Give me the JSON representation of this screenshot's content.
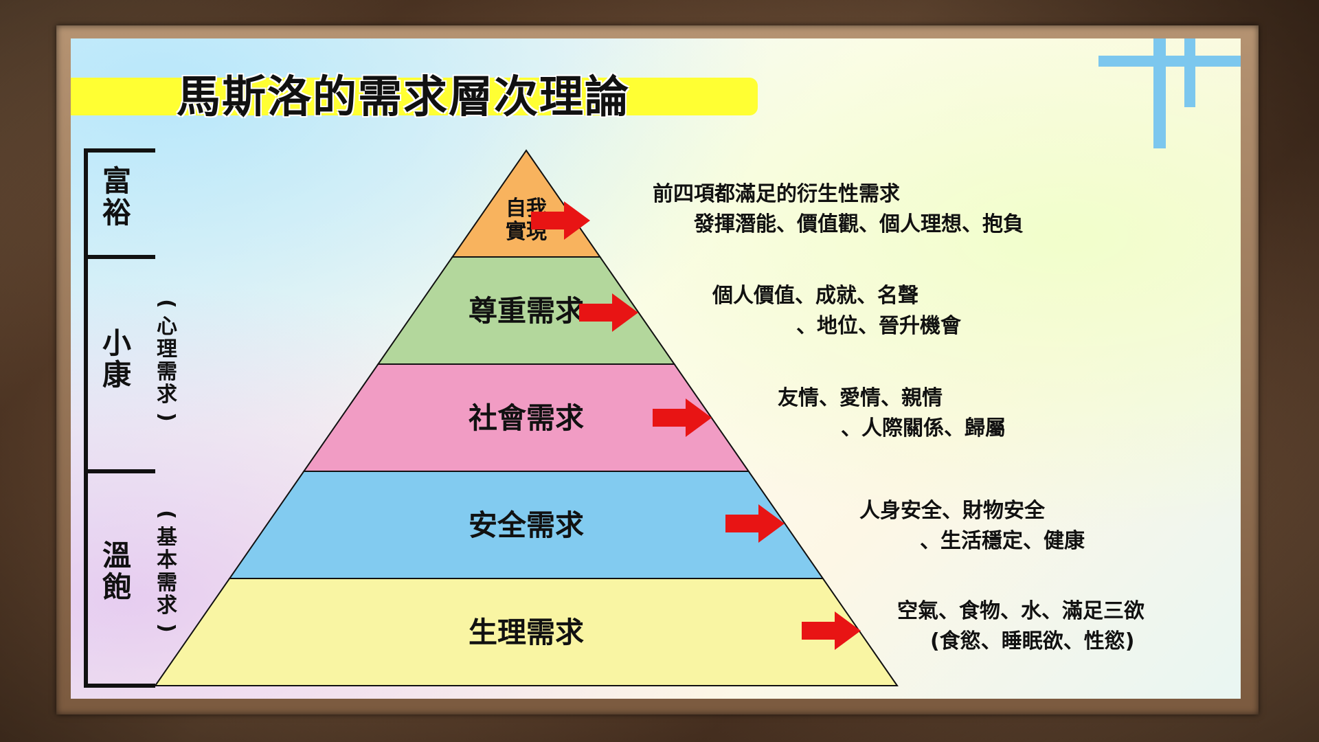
{
  "title": "馬斯洛的需求層次理論",
  "pyramid": [
    {
      "label_lines": [
        "自我",
        "實現"
      ],
      "color": "#f8b35e",
      "desc_lines": [
        "前四項都滿足的衍生性需求",
        "發揮潛能、價值觀、個人理想、抱負"
      ]
    },
    {
      "label": "尊重需求",
      "color": "#b3d79c",
      "desc_lines": [
        "個人價值、成就、名聲",
        "、地位、晉升機會"
      ]
    },
    {
      "label": "社會需求",
      "color": "#f19cc4",
      "desc_lines": [
        "友情、愛情、親情",
        "、人際關係、歸屬"
      ]
    },
    {
      "label": "安全需求",
      "color": "#82cbf0",
      "desc_lines": [
        "人身安全、財物安全",
        "、生活穩定、健康"
      ]
    },
    {
      "label": "生理需求",
      "color": "#f9f5a3",
      "desc_lines": [
        "空氣、食物、水、滿足三欲",
        "(食慾、睡眠欲、性慾)"
      ]
    }
  ],
  "groups": [
    {
      "chars": [
        "富",
        "裕"
      ]
    },
    {
      "chars": [
        "小",
        "康"
      ],
      "note_chars": [
        "(",
        "心",
        "理",
        "需",
        "求",
        ")"
      ]
    },
    {
      "chars": [
        "溫",
        "飽"
      ],
      "note_chars": [
        "(",
        "基",
        "本",
        "需",
        "求",
        ")"
      ]
    }
  ],
  "colors": {
    "arrow": "#e81414",
    "title_band": "#ffff33",
    "deco": "#7cc7ee"
  },
  "icons": {
    "arrow": "right-arrow-icon"
  }
}
